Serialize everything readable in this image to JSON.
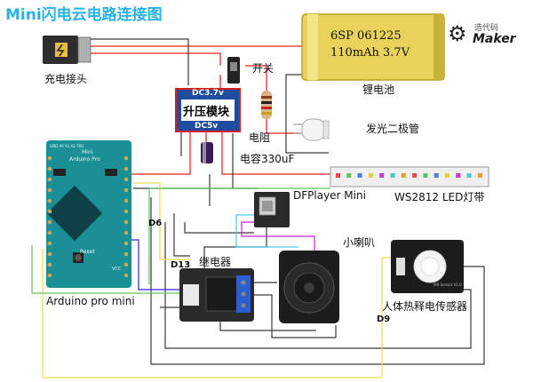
{
  "title": "Mini闪电云电路连接图",
  "logo": {
    "top": "造代码",
    "bottom": "Maker"
  },
  "battery": {
    "line1": "6SP 061225",
    "line2": "110mAh 3.7V",
    "label": "锂电池"
  },
  "charge_port": {
    "label": "充电接头"
  },
  "switch": {
    "label": "开关"
  },
  "boost": {
    "dc_in": "DC3.7v",
    "name": "升压模块",
    "dc_out": "DC5v"
  },
  "resistor": {
    "label": "电阻"
  },
  "led": {
    "label": "发光二极管"
  },
  "capacitor": {
    "label": "电容330uF"
  },
  "strip": {
    "label": "WS2812 LED灯带",
    "pixel_colors": [
      "#e84a4a",
      "#58c85a",
      "#4a7fe0",
      "#e0d23a",
      "#c23ad0",
      "#48c8c8",
      "#f09a2a",
      "#e84a4a",
      "#58c85a",
      "#4a7fe0",
      "#e0d23a",
      "#c23ad0",
      "#48c8c8",
      "#f09a2a"
    ]
  },
  "mp3": {
    "label": "DFPlayer Mini"
  },
  "speaker": {
    "label": "小喇叭"
  },
  "relay": {
    "label": "继电器"
  },
  "pir": {
    "label": "人体热释电传感器",
    "board_text": "PIR Sensor V1.0"
  },
  "arduino": {
    "label": "Arduino pro mini",
    "board_mini": "Mini",
    "board_name": "Arduino Pro",
    "reset": "Reset",
    "top_pins": "GND A0 A1 A2 TXO",
    "vcc": "VCC"
  },
  "pins": {
    "d6": "D6",
    "d13": "D13",
    "d9": "D9"
  },
  "colors": {
    "title": "#27b3e6",
    "arduino": "#1a8f95",
    "boost_border": "#d62020",
    "boost_fill": "#1e4d9e",
    "red_wire": "#e02020",
    "dark_wire": "#3a3a3a",
    "yellow_wire": "#e9df55",
    "green_wire": "#5cc65c",
    "magenta_wire": "#d020d0",
    "cyan_wire": "#4ec6e6",
    "blue_wire": "#2a2ad0"
  }
}
